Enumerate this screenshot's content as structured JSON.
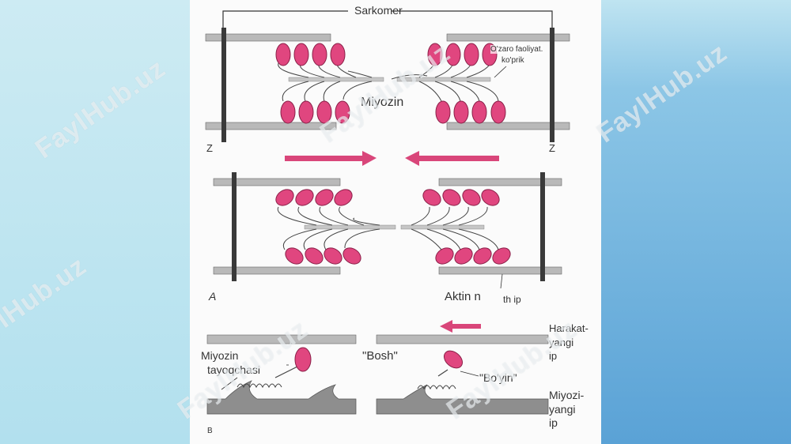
{
  "watermark": "FaylHub.uz",
  "labels": {
    "sarkomer": "Sarkomer",
    "ozaro_line1": "O'zaro faoliyat.",
    "ozaro_line2": "ko'prik",
    "miyozin": "Miyozin",
    "z_left": "Z",
    "z_right": "Z",
    "panel_a": "A",
    "aktin": "Aktin n",
    "th_ip": "th ip",
    "miyozin_tayoqchasi_1": "Miyozin",
    "miyozin_tayoqchasi_2": "tayoqchasi",
    "bosh": "\"Bosh\"",
    "boyin": "\"Bo'yin\"",
    "harakat_1": "Harakat-",
    "harakat_2": "yangi",
    "harakat_3": "ip",
    "miyozi_1": "Miyozi-",
    "miyozi_2": "yangi",
    "miyozi_3": "ip",
    "panel_b": "B"
  },
  "colors": {
    "head_fill": "#e0467f",
    "head_stroke": "#8a2048",
    "arrow": "#d9467a",
    "filament": "#b9b9b9",
    "z_line": "#3a3a3a"
  }
}
